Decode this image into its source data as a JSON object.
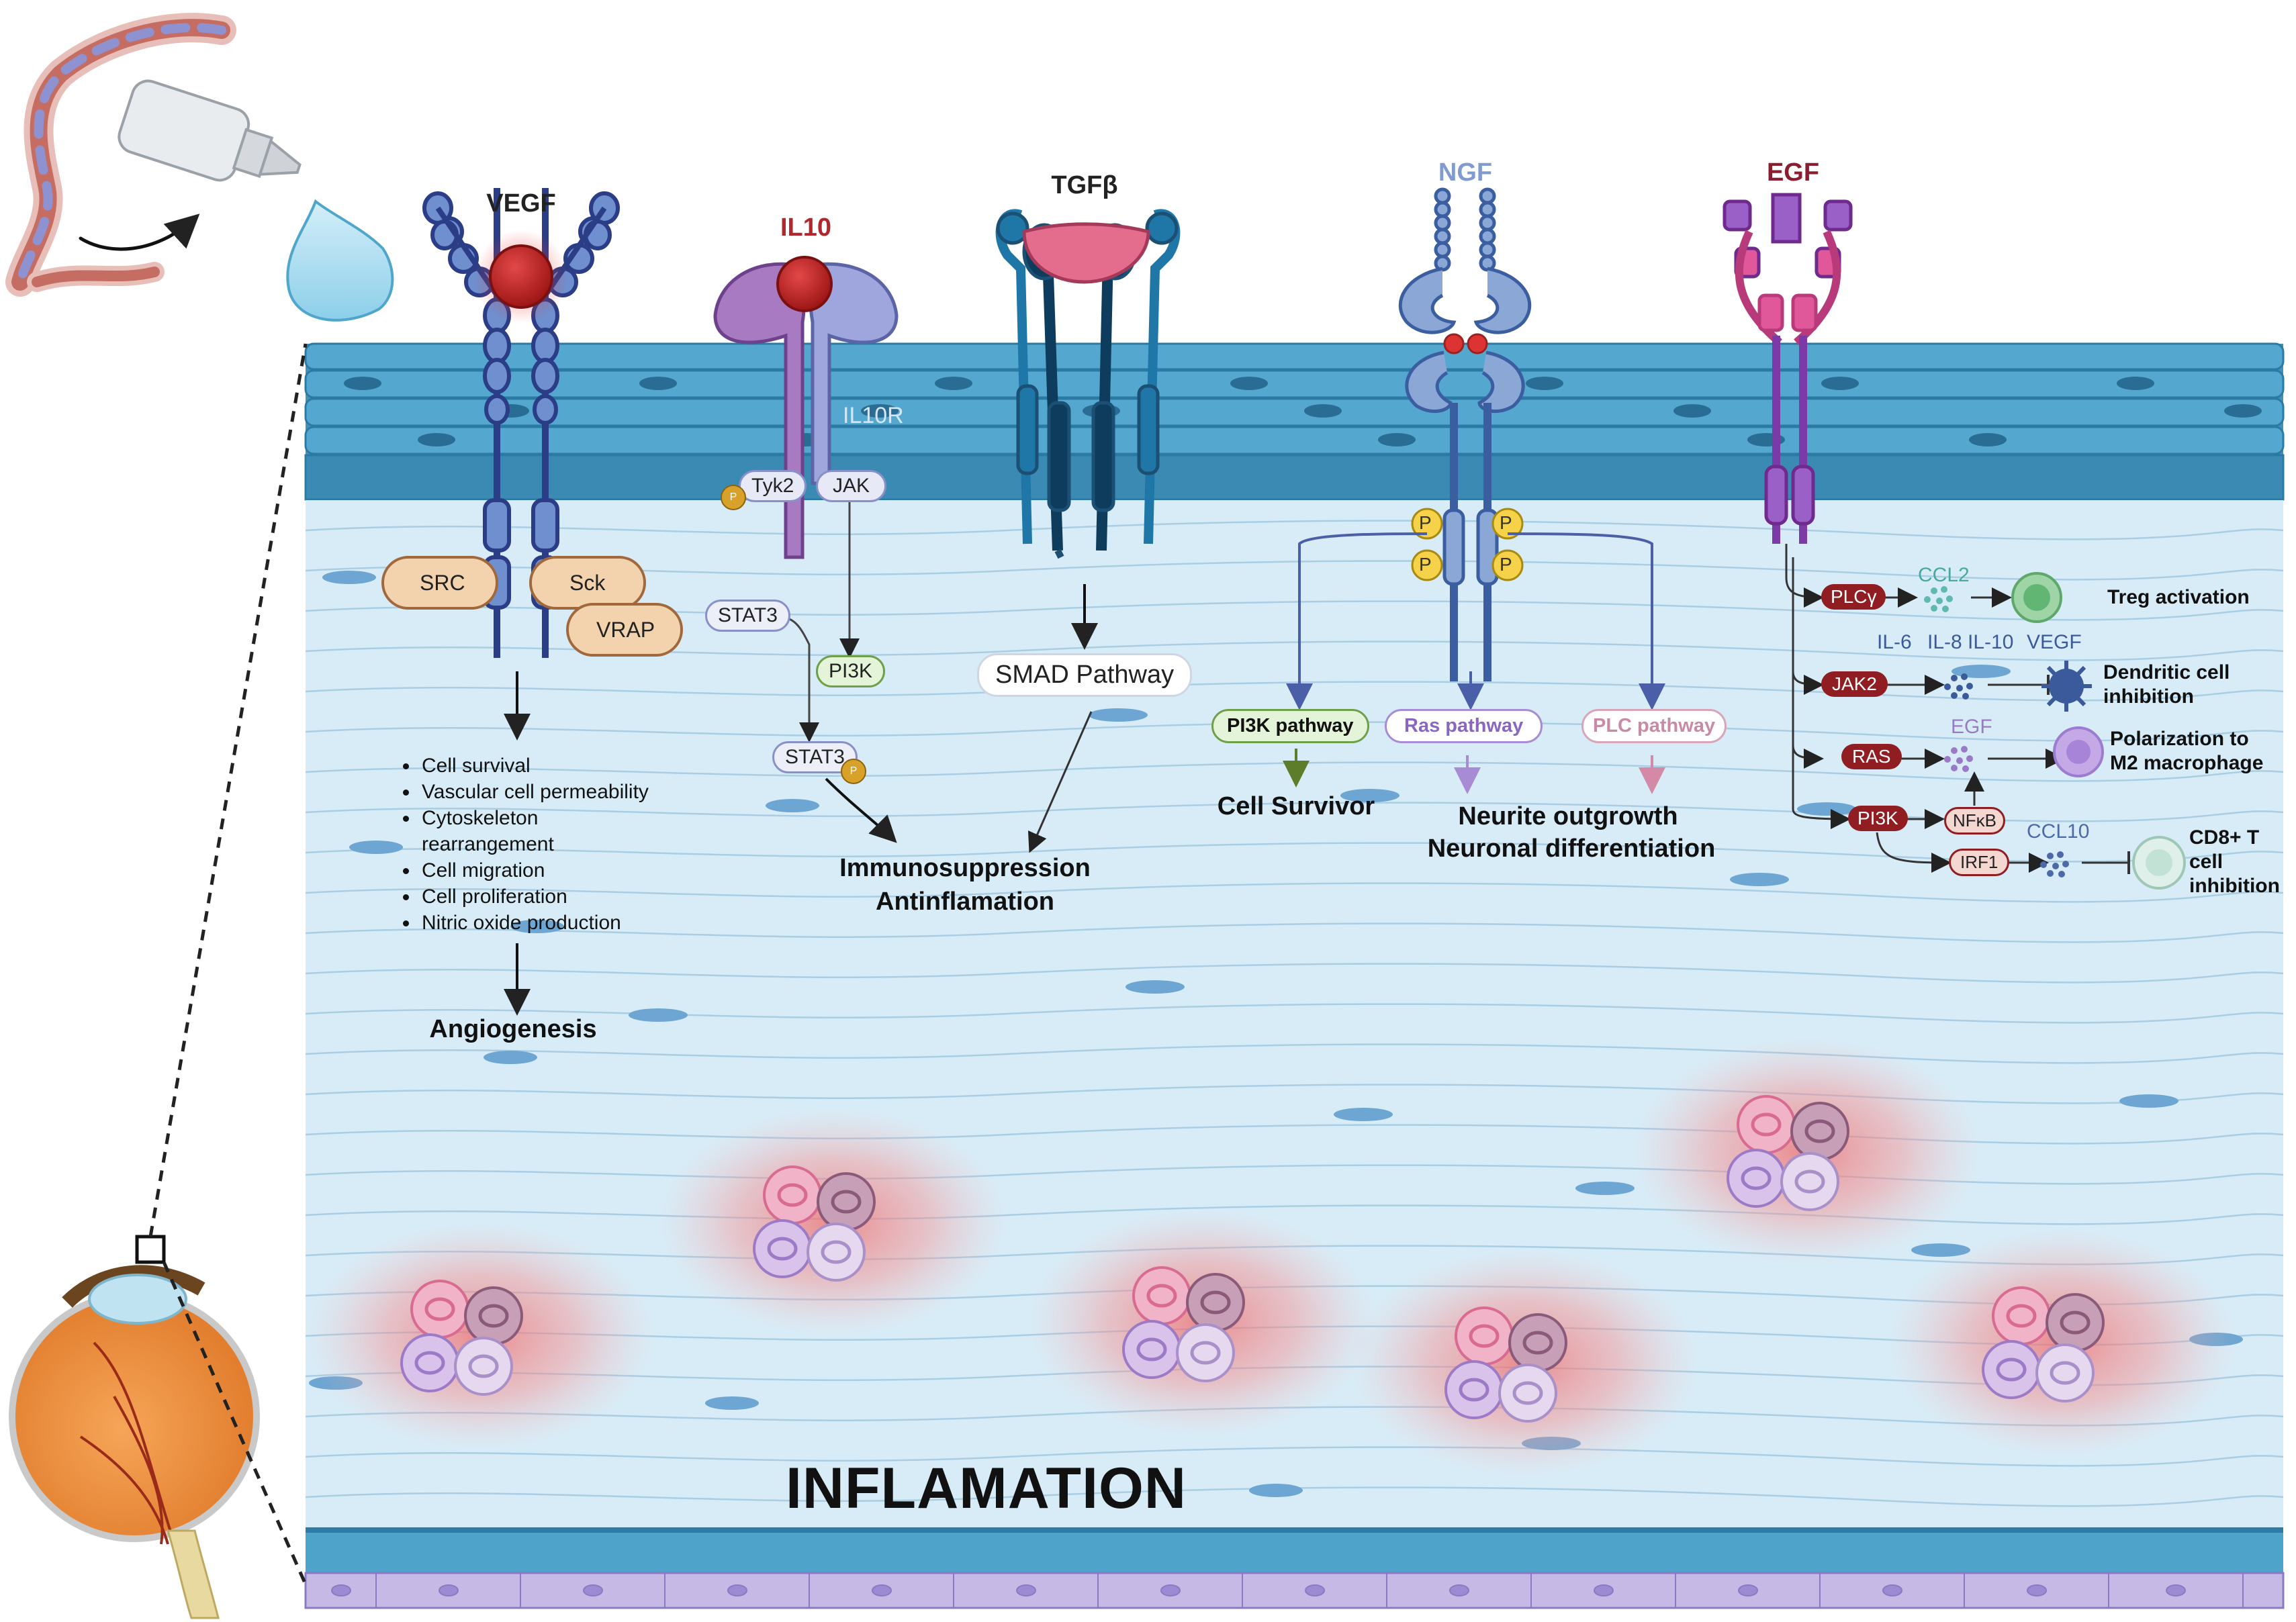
{
  "ligands": {
    "vegf": {
      "label": "VEGF",
      "color": "#222222"
    },
    "il10": {
      "label": "IL10",
      "color": "#b3262b"
    },
    "tgfb": {
      "label": "TGFβ",
      "color": "#222222"
    },
    "ngf": {
      "label": "NGF",
      "color": "#7f9bd0"
    },
    "egf": {
      "label": "EGF",
      "color": "#8a1d2e"
    }
  },
  "vegf": {
    "adaptors": [
      "SRC",
      "Sck",
      "VRAP"
    ],
    "effects": [
      "Cell survival",
      "Vascular cell permeability",
      "Cytoskeleton",
      "rearrangement",
      "Cell migration",
      "Cell proliferation",
      "Nitric oxide production"
    ],
    "outcome": "Angiogenesis"
  },
  "il10": {
    "receptor": "IL10R",
    "kinases": [
      "Tyk2",
      "JAK"
    ],
    "phospho": "P",
    "stat3_a": "STAT3",
    "pi3k": "PI3K",
    "stat3_b": "STAT3",
    "outcome_1": "Immunosuppression",
    "outcome_2": "Antinflamation"
  },
  "tgfb": {
    "pathway": "SMAD Pathway"
  },
  "ngf": {
    "phospho": "P",
    "pathways": [
      "PI3K pathway",
      "Ras pathway",
      "PLC pathway"
    ],
    "outcome_left": "Cell Survivor",
    "outcome_right_1": "Neurite outgrowth",
    "outcome_right_2": "Neuronal differentiation"
  },
  "egf": {
    "plcy": "PLCγ",
    "ccl2": "CCL2",
    "treg": "Treg activation",
    "cytokines": [
      "IL-6",
      "IL-8",
      "IL-10",
      "VEGF"
    ],
    "jak2": "JAK2",
    "dendritic_1": "Dendritic cell",
    "dendritic_2": "inhibition",
    "ras": "RAS",
    "egf_small": "EGF",
    "m2_1": "Polarization to",
    "m2_2": "M2 macrophage",
    "pi3k": "PI3K",
    "nfkb": "NFκB",
    "irf1": "IRF1",
    "ccl10": "CCL10",
    "cd8_1": "CD8+ T",
    "cd8_2": "cell",
    "cd8_3": "inhibition"
  },
  "tissue": {
    "inflammation_label": "INFLAMATION"
  },
  "colors": {
    "epithelium": "#3e93bd",
    "stroma": "#d8ecf7",
    "endothelium": "#b7a9dc",
    "inflamed_glow": "#f58c8c"
  }
}
